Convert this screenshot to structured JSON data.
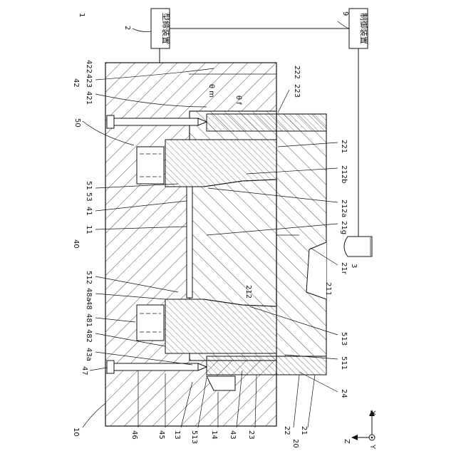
{
  "figure": {
    "labels": {
      "l1": "1",
      "l2": "2",
      "l3": "3",
      "l9": "9",
      "l10": "10",
      "l11": "11",
      "l13": "13",
      "l14": "14",
      "l20": "20",
      "l21": "21",
      "l22": "22",
      "l23": "23",
      "l24": "24",
      "l211": "211",
      "l212": "212",
      "l212a": "212a",
      "l212b": "212b",
      "l21g": "21g",
      "l21r": "21r",
      "l221": "221",
      "l222": "222",
      "l223": "223",
      "l40": "40",
      "l41": "41",
      "l42": "42",
      "l421": "421",
      "l422": "422",
      "l423": "423",
      "l43": "43",
      "l43a": "43a",
      "l45": "45",
      "l46": "46",
      "l47": "47",
      "l48": "48",
      "l48a": "48a",
      "l481": "481",
      "l482": "482",
      "l50": "50",
      "l51": "51",
      "l53": "53",
      "l511": "511",
      "l512": "512",
      "l513a": "513",
      "l513b": "513",
      "theta_m": "θ m",
      "theta_f": "θ f",
      "axis_x": "X",
      "axis_y": "Y",
      "axis_z": "Z"
    },
    "boxes": {
      "mold_clamping": "型締装置",
      "controller": "制御装置"
    }
  }
}
